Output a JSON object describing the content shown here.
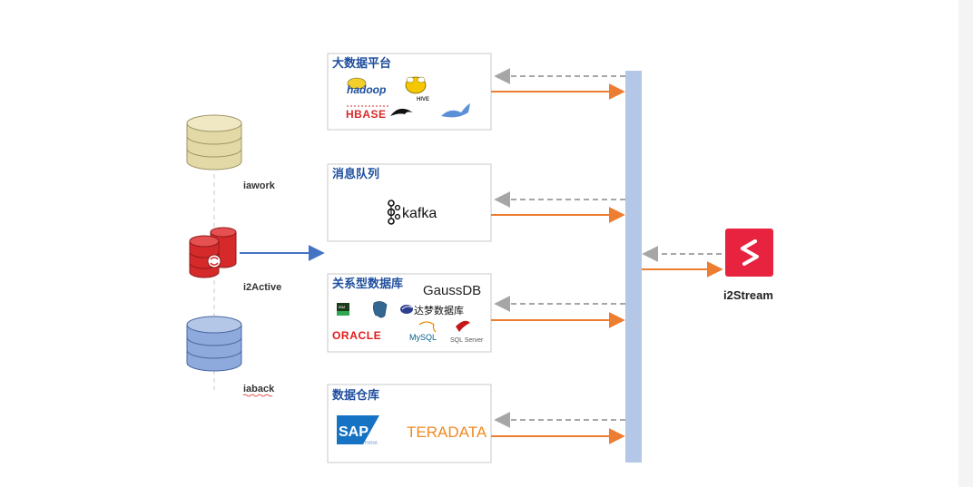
{
  "colors": {
    "flow_out": "#ed7d31",
    "flow_back": "#a6a6a6",
    "active_arrow": "#4472c4",
    "bus": "#b4c7e7",
    "heading": "#1f4e9e",
    "db_yellow": "#e2d9a6",
    "db_red": "#d62a2a",
    "db_blue": "#8ea9db",
    "i2stream_brand": "#e8233f"
  },
  "nodes": {
    "iawork": "iawork",
    "i2active": "i2Active",
    "iaback": "iaback",
    "i2stream": "i2Stream"
  },
  "groups": [
    {
      "title": "大数据平台",
      "logos": {
        "hadoop": "hadoop",
        "hive": "HIVE",
        "hbase": "HBASE"
      },
      "icons": [
        "hadoop-elephant-icon",
        "hive-bee-icon",
        "orca-icon",
        "sqoop-icon"
      ]
    },
    {
      "title": "消息队列",
      "logos": {
        "kafka": "kafka"
      },
      "icons": [
        "kafka-icon"
      ]
    },
    {
      "title": "关系型数据库",
      "logos": {
        "gaussdb": "GaussDB",
        "ibm": "IBM",
        "dameng": "达梦数据库",
        "oracle": "ORACLE",
        "mysql": "MySQL",
        "sqlserver": "SQL Server"
      },
      "icons": [
        "db2-icon",
        "postgresql-elephant-icon",
        "dameng-swirl-icon",
        "mysql-dolphin-icon",
        "sqlserver-icon"
      ]
    },
    {
      "title": "数据仓库",
      "logos": {
        "sap": "SAP",
        "sap_sub": "HANA",
        "teradata": "TERADATA"
      },
      "icons": [
        "sap-logo-icon"
      ]
    }
  ]
}
